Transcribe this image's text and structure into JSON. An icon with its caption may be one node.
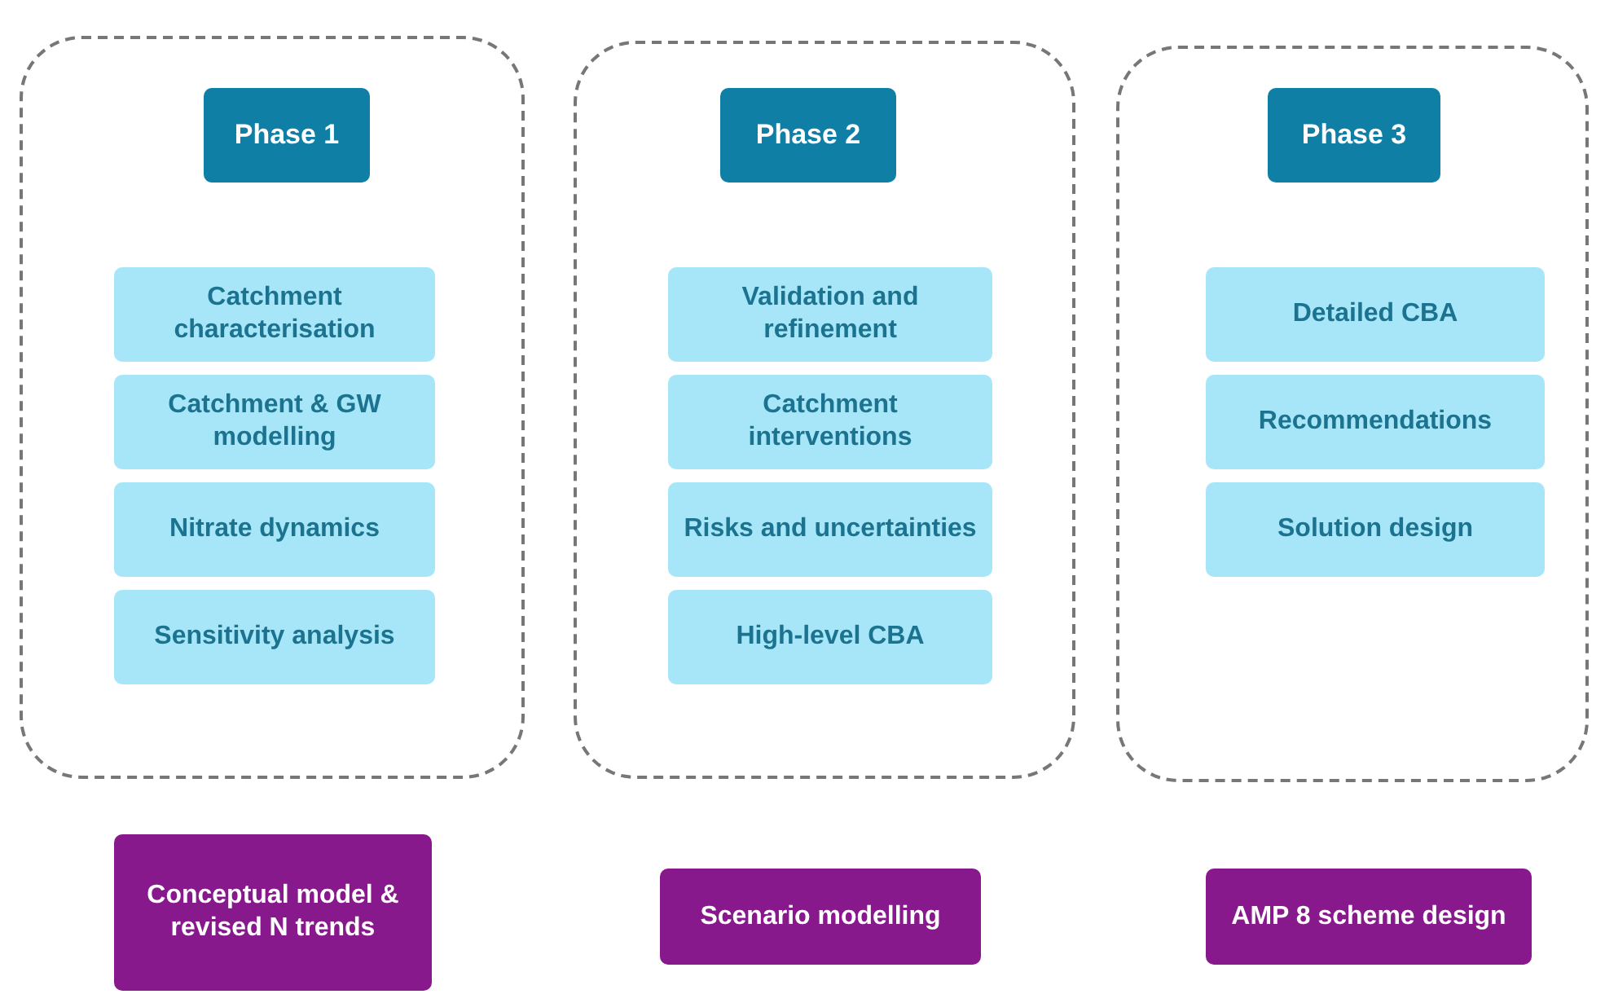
{
  "diagram": {
    "nodes": [
      {
        "text": [],
        "shape": "box"
      },
      {
        "text": [
          "Phase 1"
        ],
        "in": 0
      },
      {
        "text": [
          "Catchment characterisation"
        ],
        "in": 0
      },
      {
        "text": [
          "Catchment & GW modelling"
        ],
        "in": 0
      },
      {
        "text": [
          "Nitrate dynamics"
        ],
        "in": 0
      },
      {
        "text": [
          "Sensitivity analysis"
        ],
        "in": 0
      },
      {
        "text": [],
        "shape": "box"
      },
      {
        "text": [
          "Phase 2"
        ],
        "in": 6
      },
      {
        "text": [
          "Validation and refinement"
        ],
        "in": 6
      },
      {
        "text": [
          "Catchment interventions"
        ],
        "in": 6
      },
      {
        "text": [
          "Risks and uncertainties"
        ],
        "in": 6
      },
      {
        "text": [
          "High-level CBA"
        ],
        "in": 6
      },
      {
        "text": [],
        "shape": "box"
      },
      {
        "text": [
          "Phase 3"
        ],
        "in": 12
      },
      {
        "text": [
          "Detailed CBA"
        ],
        "in": 12
      },
      {
        "text": [
          "Recommendations"
        ],
        "in": 12
      },
      {
        "text": [
          "Solution design"
        ],
        "in": 12
      },
      {
        "text": [
          "Conceptual model & revised N trends"
        ]
      },
      {
        "text": [
          "Scenario modelling"
        ]
      },
      {
        "text": [
          "AMP 8 scheme design"
        ]
      }
    ],
    "edges": []
  }
}
